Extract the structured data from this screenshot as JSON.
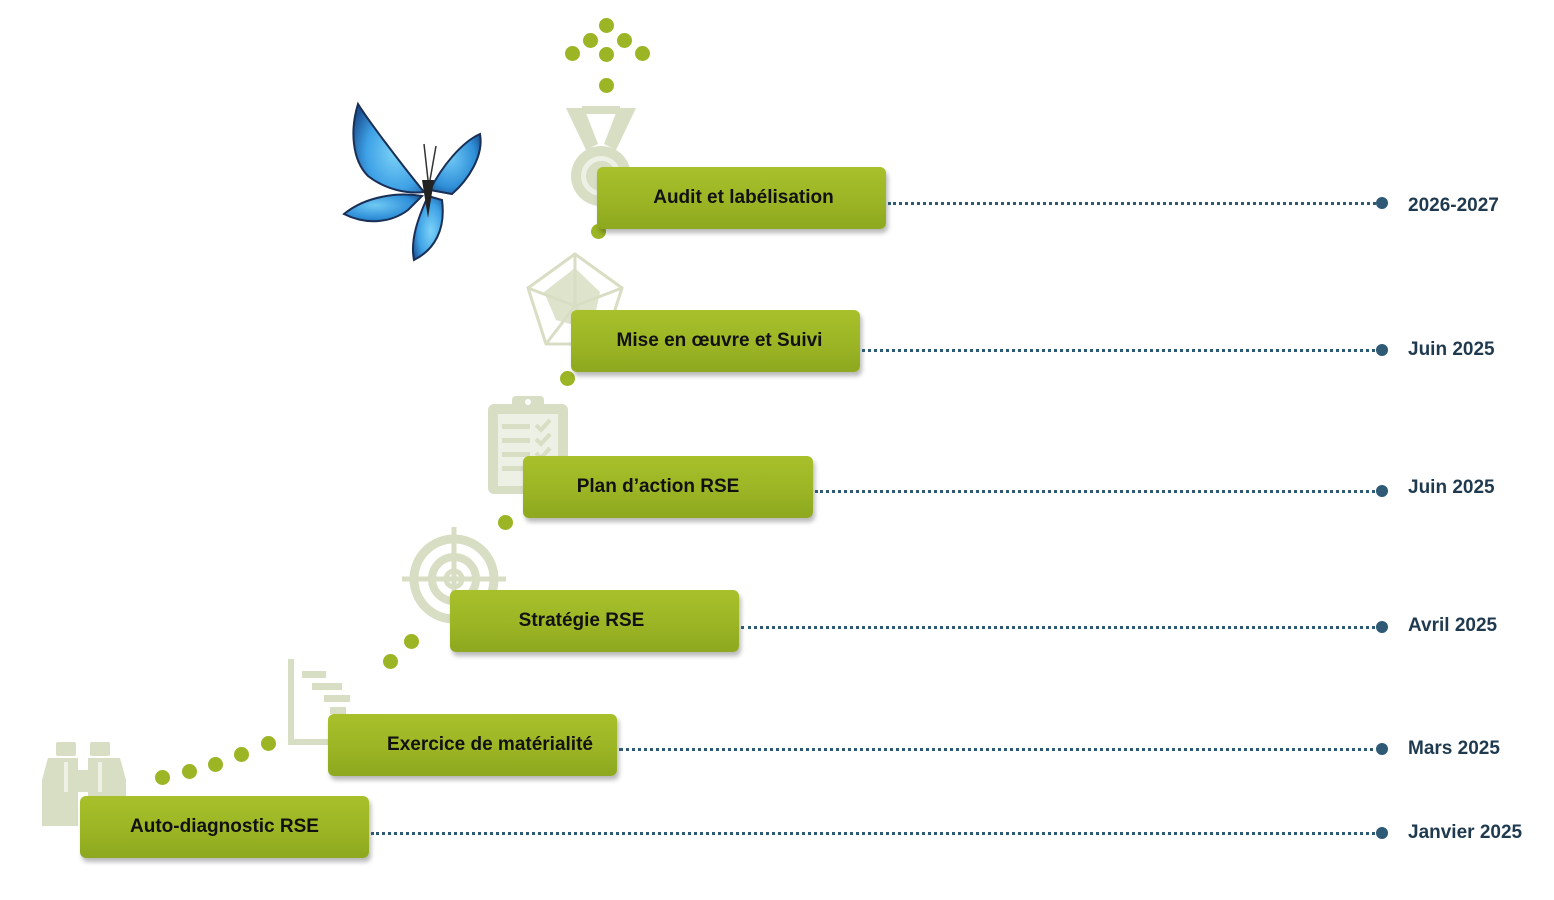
{
  "steps": [
    {
      "label": "Auto-diagnostic RSE",
      "date": "Janvier 2025"
    },
    {
      "label": "Exercice de matérialité",
      "date": "Mars 2025"
    },
    {
      "label": "Stratégie RSE",
      "date": "Avril 2025"
    },
    {
      "label": "Plan d’action RSE",
      "date": "Juin 2025"
    },
    {
      "label": "Mise en œuvre et Suivi",
      "date": "Juin 2025"
    },
    {
      "label": "Audit et labélisation",
      "date": "2026-2027"
    }
  ],
  "icons": [
    "binoculars-icon",
    "gantt-chart-icon",
    "target-icon",
    "clipboard-checklist-icon",
    "radar-chart-icon",
    "medal-icon",
    "butterfly-icon"
  ],
  "colors": {
    "box": "#9bb525",
    "icon": "#d8dec3",
    "dotline": "#2e5a75",
    "date_text": "#1f3a4f",
    "butterfly": "#4aa8e6"
  }
}
